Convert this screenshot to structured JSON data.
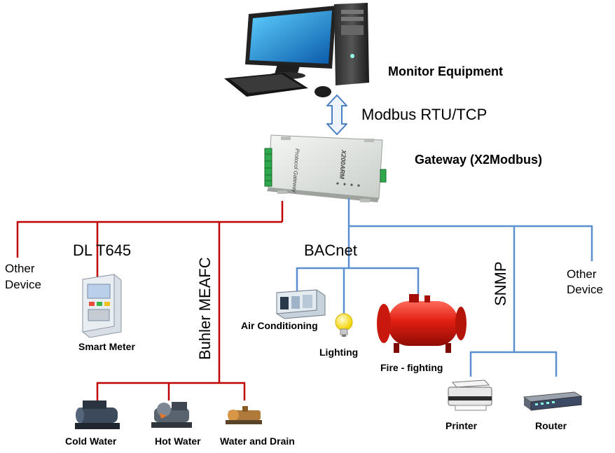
{
  "monitor": {
    "label": "Monitor Equipment"
  },
  "uplink": {
    "protocol": "Modbus RTU/TCP"
  },
  "gateway": {
    "label": "Gateway (X2Modbus)",
    "face_text_1": "Protocol Gateway",
    "face_text_2": "X200ARM"
  },
  "left_bus": {
    "other_device": [
      "Other",
      "Device"
    ],
    "dl_protocol": "DL T645",
    "smart_meter": "Smart Meter",
    "buhler_protocol": "Buhler MEAFC",
    "cold_water": "Cold Water",
    "hot_water": "Hot Water",
    "water_and_drain": "Water and Drain"
  },
  "right_bus": {
    "bacnet_protocol": "BACnet",
    "air_conditioning": "Air Conditioning",
    "lighting": "Lighting",
    "fire_fighting": "Fire - fighting",
    "snmp_protocol": "SNMP",
    "other_device": [
      "Other",
      "Device"
    ],
    "printer": "Printer",
    "router": "Router"
  },
  "colors": {
    "red_bus": "#c00000",
    "blue_bus": "#5b8fd0",
    "arrow_fill": "#eef4fb",
    "arrow_stroke": "#4a7fc1"
  },
  "icons": [
    "computer-icon",
    "gateway-device-icon",
    "smart-meter-cabinet-icon",
    "chiller-icon",
    "air-conditioner-icon",
    "light-bulb-icon",
    "fire-tank-icon",
    "printer-icon",
    "router-icon",
    "pump-icon"
  ]
}
